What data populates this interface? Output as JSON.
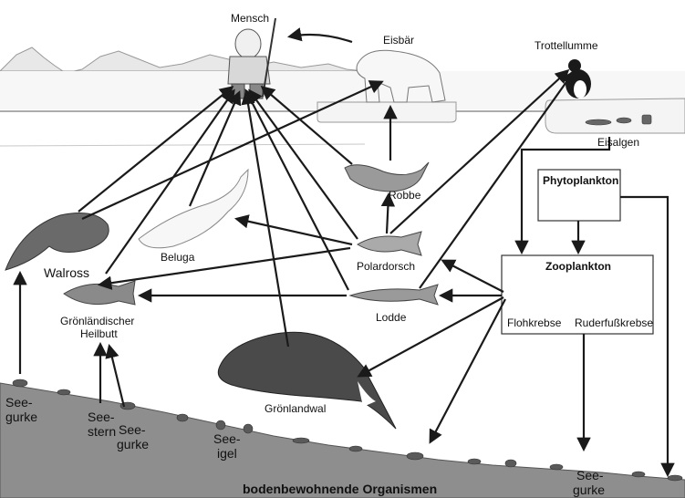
{
  "organisms": {
    "mensch": "Mensch",
    "eisbaer": "Eisbär",
    "trottellumme": "Trottellumme",
    "eisalgen": "Eisalgen",
    "robbe": "Robbe",
    "phytoplankton": "Phytoplankton",
    "beluga": "Beluga",
    "walross": "Walross",
    "polardorsch": "Polardorsch",
    "zooplankton": "Zooplankton",
    "lodde": "Lodde",
    "flohkrebse": "Flohkrebse",
    "ruderfusskrebse": "Ruderfußkrebse",
    "heilbutt_1": "Grönländischer",
    "heilbutt_2": "Heilbutt",
    "groenlandwal": "Grönlandwal"
  },
  "benthos": {
    "seegurke_left_1": "See-",
    "seegurke_left_2": "gurke",
    "seestern_1": "See-",
    "seestern_2": "stern",
    "seegurke_mid_1": "See-",
    "seegurke_mid_2": "gurke",
    "seeigel_1": "See-",
    "seeigel_2": "igel",
    "seegurke_right_1": "See-",
    "seegurke_right_2": "gurke"
  },
  "footer": "bodenbewohnende Organismen",
  "colors": {
    "seafloor": "#8e8e8e",
    "ice": "#f2f2f2",
    "sea_line": "#7a7a7a",
    "arrow": "#1a1a1a"
  }
}
